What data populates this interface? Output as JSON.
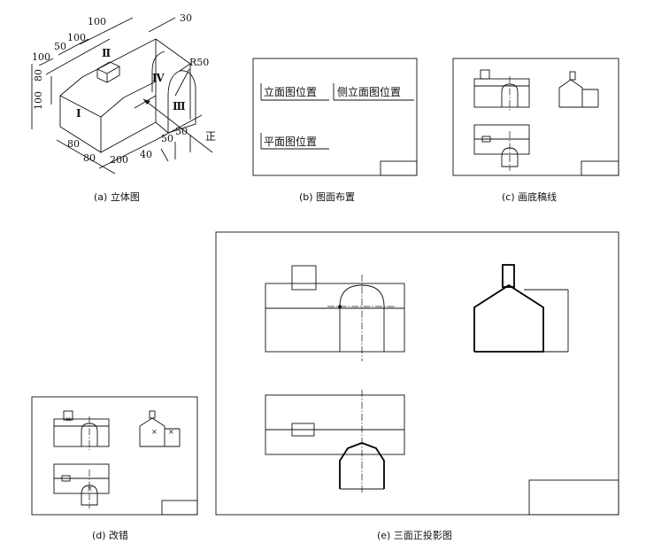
{
  "captions": {
    "a": "(a) 立体图",
    "b": "(b) 图面布置",
    "c": "(c) 画底稿线",
    "d": "(d) 改错",
    "e": "(e) 三面正投影图"
  },
  "panel_a": {
    "dims": {
      "d100_top": "100",
      "d30": "30",
      "d100_mid": "100",
      "d50": "50",
      "d100_left": "100",
      "d80_v": "80",
      "d100_v": "100",
      "r50": "R50",
      "d80_a": "80",
      "d80_b": "80",
      "d200": "200",
      "d40": "40",
      "d50_a": "50",
      "d50_b": "50"
    },
    "parts": {
      "p1": "Ⅰ",
      "p2": "Ⅱ",
      "p3": "Ⅲ",
      "p4": "Ⅳ"
    },
    "front_mark": "正"
  },
  "panel_b": {
    "elevation": "立面图位置",
    "side_elevation": "侧立面图位置",
    "plan": "平面图位置"
  }
}
